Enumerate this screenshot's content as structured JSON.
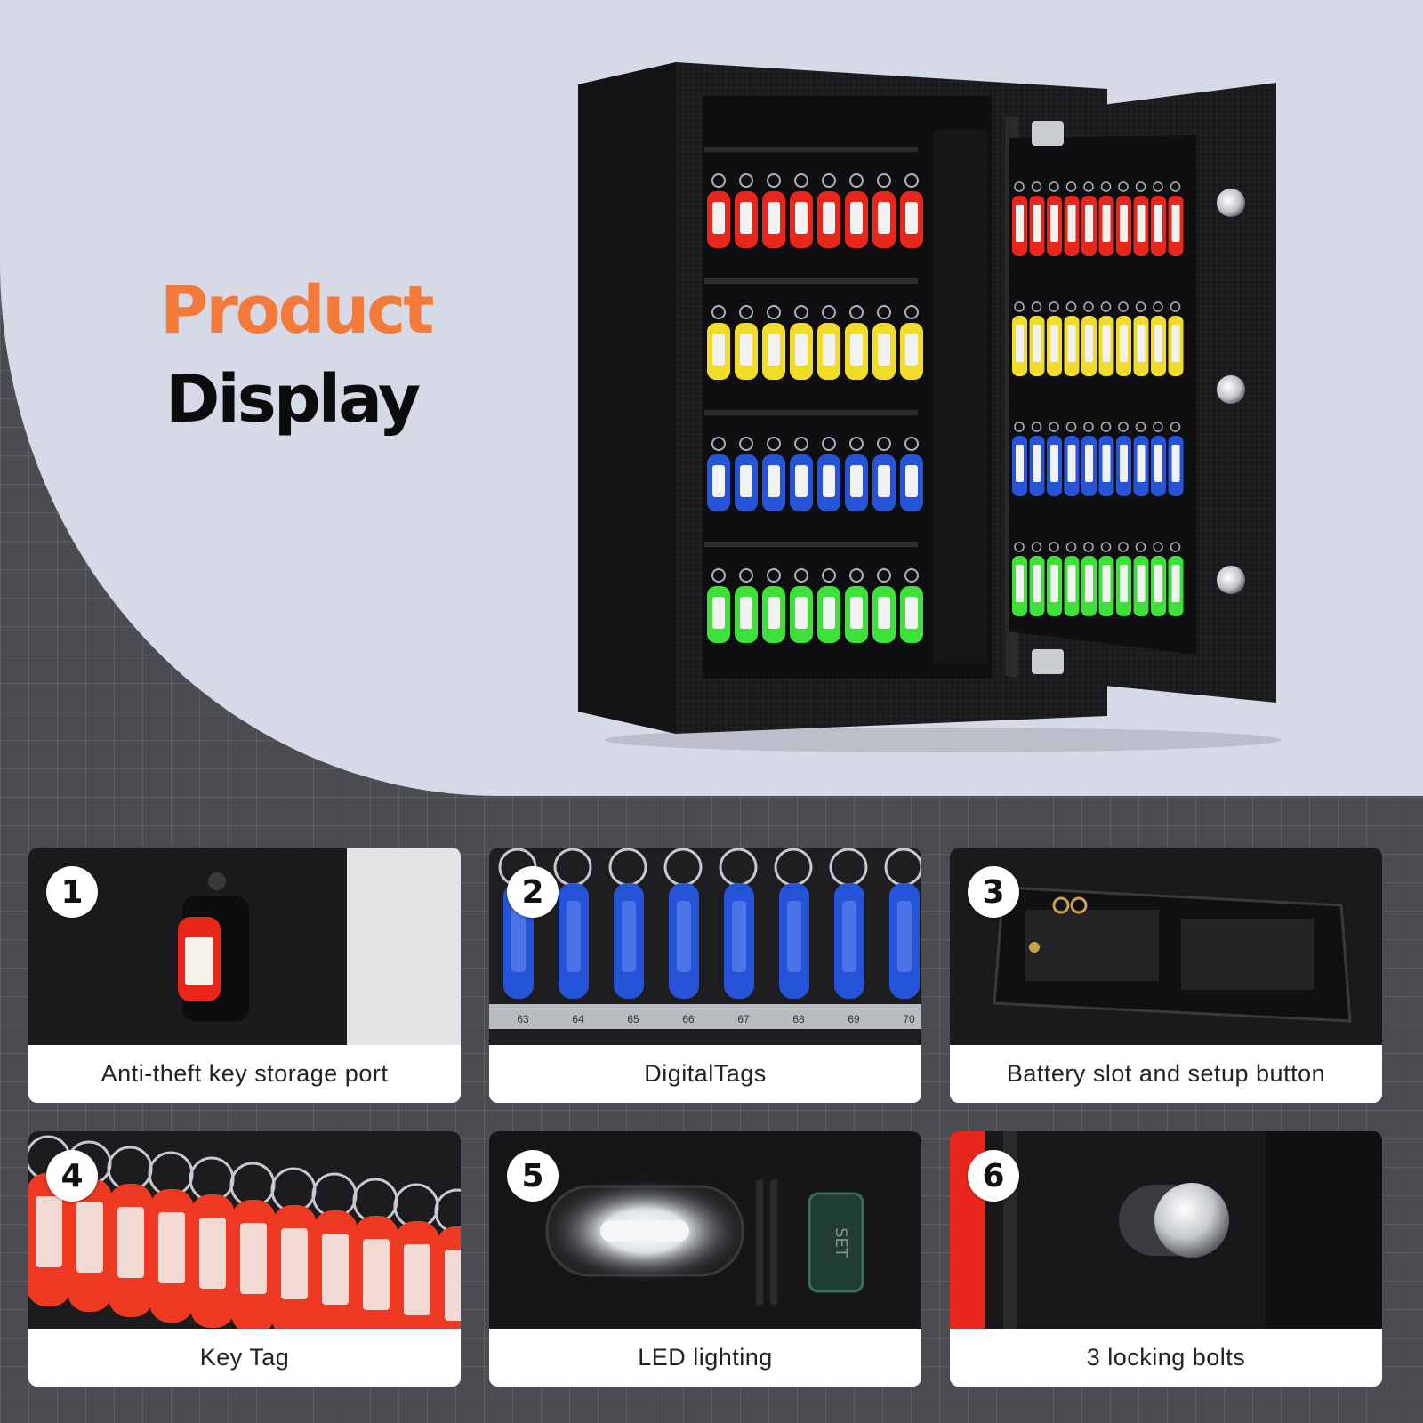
{
  "hero": {
    "title_word1": "Product",
    "title_word2": "Display"
  },
  "colors": {
    "accent_orange": "#f47a3a",
    "hero_background": "#d6d9e6",
    "grid_background": "#4a4c51",
    "tag_red": "#e8261c",
    "tag_yellow": "#f2dc2a",
    "tag_blue": "#2554d8",
    "tag_green": "#3ee03a"
  },
  "features": [
    {
      "number": "1",
      "caption": "Anti-theft key storage port"
    },
    {
      "number": "2",
      "caption": "DigitalTags",
      "tag_labels": [
        "63",
        "64",
        "65",
        "66",
        "67",
        "68",
        "69",
        "70"
      ]
    },
    {
      "number": "3",
      "caption": "Battery slot and setup button"
    },
    {
      "number": "4",
      "caption": "Key Tag"
    },
    {
      "number": "5",
      "caption": "LED lighting",
      "button_label": "SET"
    },
    {
      "number": "6",
      "caption": "3 locking bolts"
    }
  ]
}
